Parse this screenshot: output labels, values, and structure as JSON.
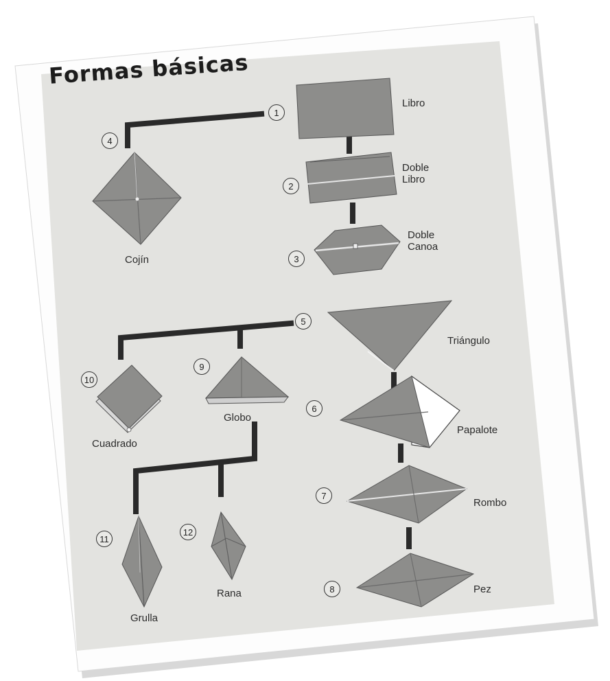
{
  "title": "Formas básicas",
  "shapes": [
    {
      "num": "1",
      "label": "Libro"
    },
    {
      "num": "2",
      "label": "Doble Libro",
      "label_lines": [
        "Doble",
        "Libro"
      ]
    },
    {
      "num": "3",
      "label": "Doble Canoa",
      "label_lines": [
        "Doble",
        "Canoa"
      ]
    },
    {
      "num": "4",
      "label": "Cojín"
    },
    {
      "num": "5",
      "label": "Triángulo"
    },
    {
      "num": "6",
      "label": "Papalote"
    },
    {
      "num": "7",
      "label": "Rombo"
    },
    {
      "num": "8",
      "label": "Pez"
    },
    {
      "num": "9",
      "label": "Globo"
    },
    {
      "num": "10",
      "label": "Cuadrado"
    },
    {
      "num": "11",
      "label": "Grulla"
    },
    {
      "num": "12",
      "label": "Rana"
    }
  ],
  "colors": {
    "paper": "#e2e2df",
    "fold": "#8f8f8f",
    "line": "#2a2a2a",
    "shadow": "#bcbcbc"
  }
}
